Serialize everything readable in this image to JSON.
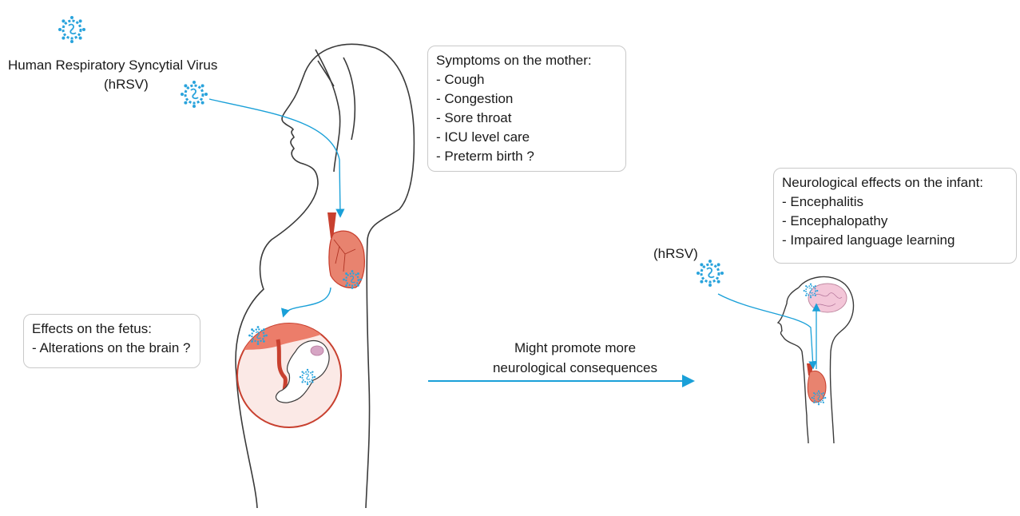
{
  "labels": {
    "virus_name": "Human Respiratory Syncytial Virus",
    "virus_abbrev": "(hRSV)",
    "infant_virus_label": "(hRSV)"
  },
  "mother_box": {
    "title": "Symptoms on the mother:",
    "items": [
      "- Cough",
      "- Congestion",
      "- Sore throat",
      "- ICU level care",
      "- Preterm birth ?"
    ]
  },
  "fetus_box": {
    "title": "Effects on the fetus:",
    "items": [
      "- Alterations on the brain ?"
    ]
  },
  "infant_box": {
    "title": "Neurological effects on the infant:",
    "items": [
      "- Encephalitis",
      "- Encephalopathy",
      "- Impaired language learning"
    ]
  },
  "arrow": {
    "line1": "Might promote more",
    "line2": "neurological consequences"
  },
  "colors": {
    "virus": "#29a3dc",
    "arrow": "#1aa0d8",
    "lung": "#e8836f",
    "lung_dark": "#c8402f",
    "placenta": "#ec7d6a",
    "womb_fill": "#fbe9e6",
    "outline": "#3a3a3a",
    "brain": "#f3c6d8"
  },
  "icons": [
    "virus-icon",
    "lung-icon",
    "fetus-icon",
    "brain-icon"
  ]
}
